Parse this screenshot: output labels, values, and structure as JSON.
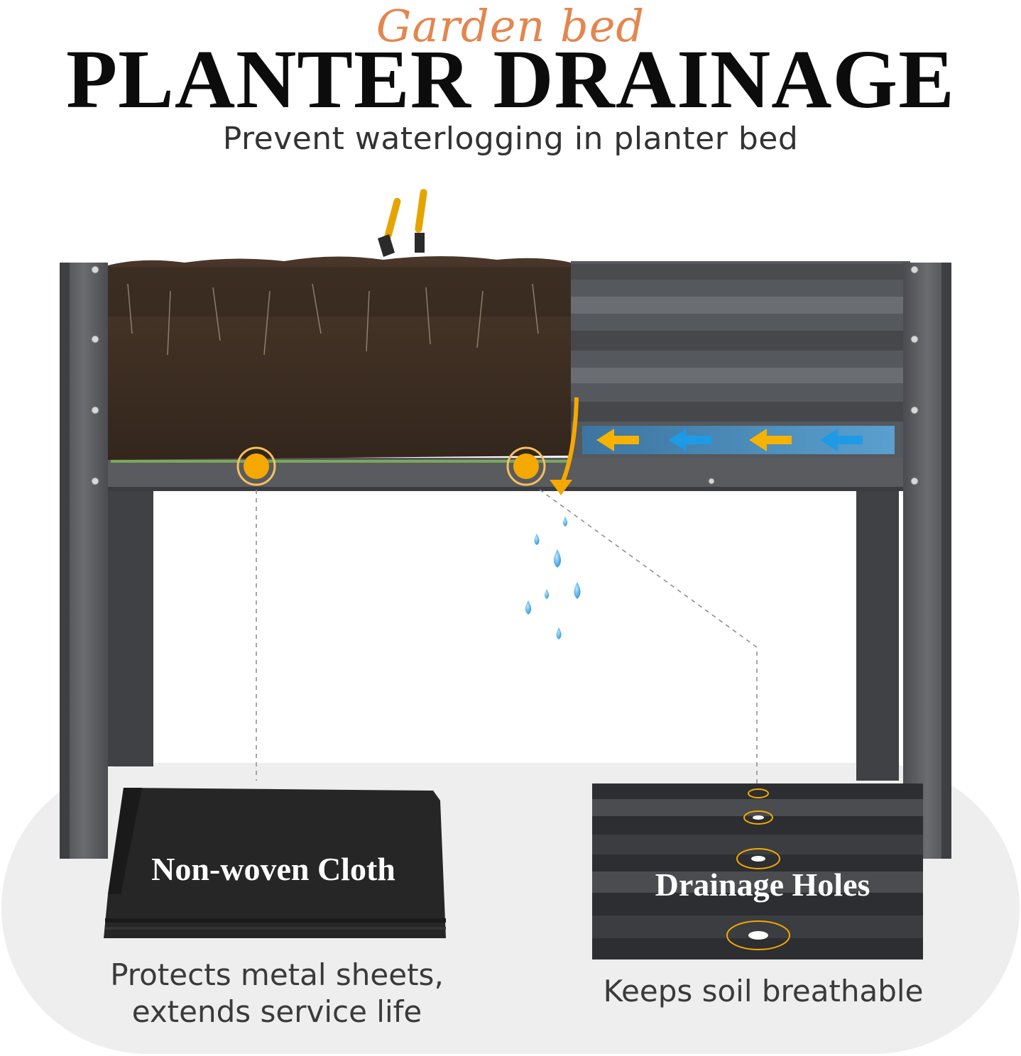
{
  "header": {
    "script_title": "Garden bed",
    "main_title": "PLANTER DRAINAGE",
    "subtitle": "Prevent waterlogging in planter bed"
  },
  "features": [
    {
      "label": "Non-woven Cloth",
      "caption_line1": "Protects metal sheets,",
      "caption_line2": "extends service life"
    },
    {
      "label": "Drainage Holes",
      "caption": "Keeps soil breathable"
    }
  ],
  "colors": {
    "accent_orange": "#e07a3c",
    "highlight_yellow": "#f5a800",
    "water_blue": "#2aa3e6",
    "frame_gray": "#5b5d61",
    "soil_brown": "#3e2e22"
  },
  "icons": [
    "trowel-icon",
    "fork-icon",
    "arrow-left-icon",
    "water-drop-icon",
    "hole-marker-icon"
  ]
}
